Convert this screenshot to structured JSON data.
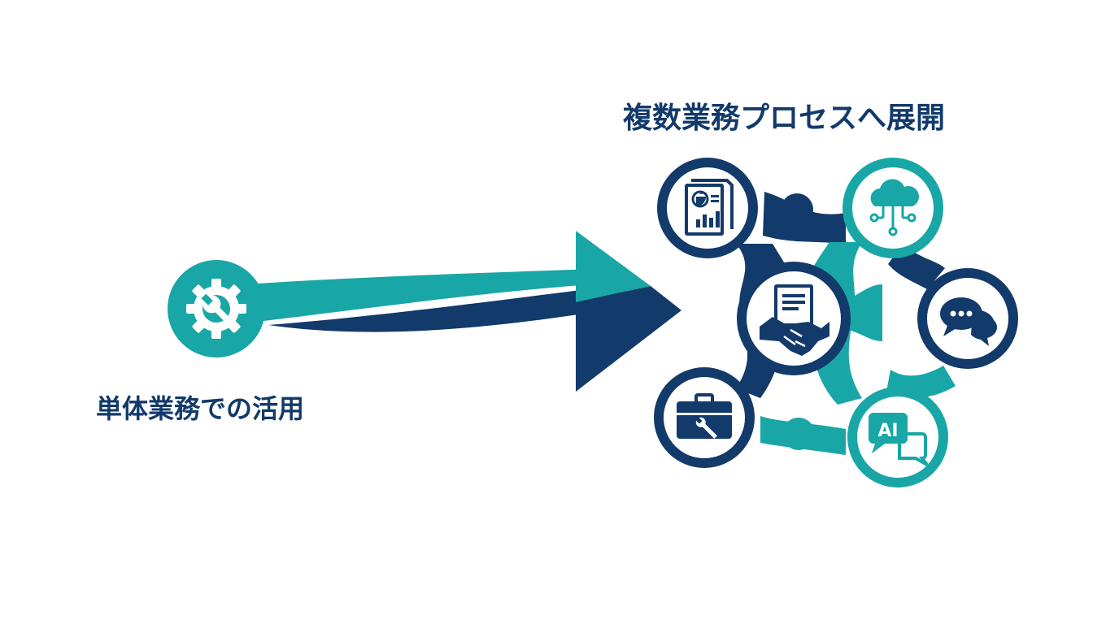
{
  "colors": {
    "navy": "#123a6a",
    "teal": "#19a6a6",
    "white": "#ffffff"
  },
  "labels": {
    "single_use": "単体業務での活用",
    "multi_process": "複数業務プロセスへ展開"
  },
  "icons": {
    "start": "gear-wrench-icon",
    "hub_center": "contract-handshake-icon",
    "top_left": "report-chart-icon",
    "top_right": "cloud-network-icon",
    "right": "chat-bubbles-icon",
    "bottom_left": "toolbox-icon",
    "bottom_right": "ai-chat-icon"
  },
  "ai_badge_text": "AI"
}
